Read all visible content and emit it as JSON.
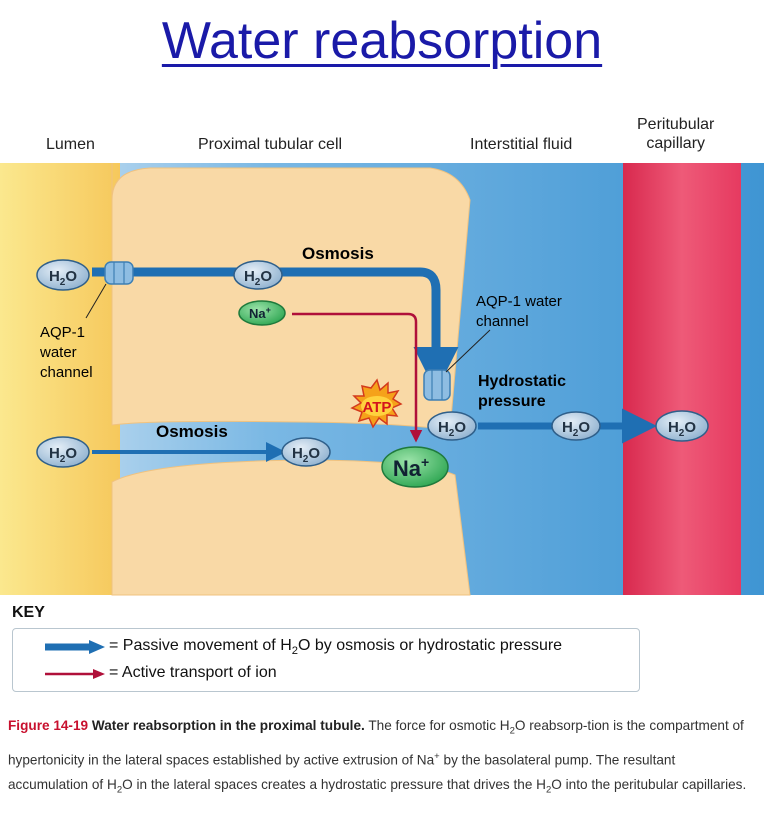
{
  "title": "Water reabsorption",
  "columns": {
    "lumen": "Lumen",
    "cell": "Proximal tubular cell",
    "interstitial": "Interstitial fluid",
    "capillary_line1": "Peritubular",
    "capillary_line2": "capillary"
  },
  "labels": {
    "osmosis_top": "Osmosis",
    "osmosis_bottom": "Osmosis",
    "aqp_left_1": "AQP-1",
    "aqp_left_2": "water",
    "aqp_left_3": "channel",
    "aqp_right_1": "AQP-1 water",
    "aqp_right_2": "channel",
    "hydro_1": "Hydrostatic",
    "hydro_2": "pressure",
    "atp": "ATP"
  },
  "molecules": {
    "h2o_main": "H",
    "h2o_sub": "2",
    "h2o_tail": "O",
    "na_main": "Na",
    "na_sup": "+"
  },
  "key": {
    "title": "KEY",
    "passive_pre": "= Passive movement of H",
    "passive_sub": "2",
    "passive_post": "O by osmosis or hydrostatic pressure",
    "active": "= Active transport of ion"
  },
  "caption": {
    "figure": "Figure 14-19",
    "heading": "Water reabsorption in the proximal tubule.",
    "t1": "The force for osmotic H",
    "t1_sub": "2",
    "t2": "O reabsorp-tion is the compartment of hypertonicity in the lateral spaces established by active extrusion of Na",
    "t2_sup": "+",
    "t3": "by the basolateral pump. The resultant accumulation of H",
    "t3_sub": "2",
    "t4": "O in the lateral spaces creates a hydrostatic pressure that drives the H",
    "t4_sub": "2",
    "t5": "O into the peritubular capillaries."
  },
  "colors": {
    "title": "#1a1aa8",
    "lumen": "#f9e07a",
    "cell": "#f9d9a6",
    "interstitial": "#5aa7dc",
    "capillary": "#e23a5c",
    "passive_arrow": "#1f6fb3",
    "active_arrow": "#b0103a",
    "h2o_fill": "#b7cfe3",
    "na_fill": "#4fc26c"
  }
}
